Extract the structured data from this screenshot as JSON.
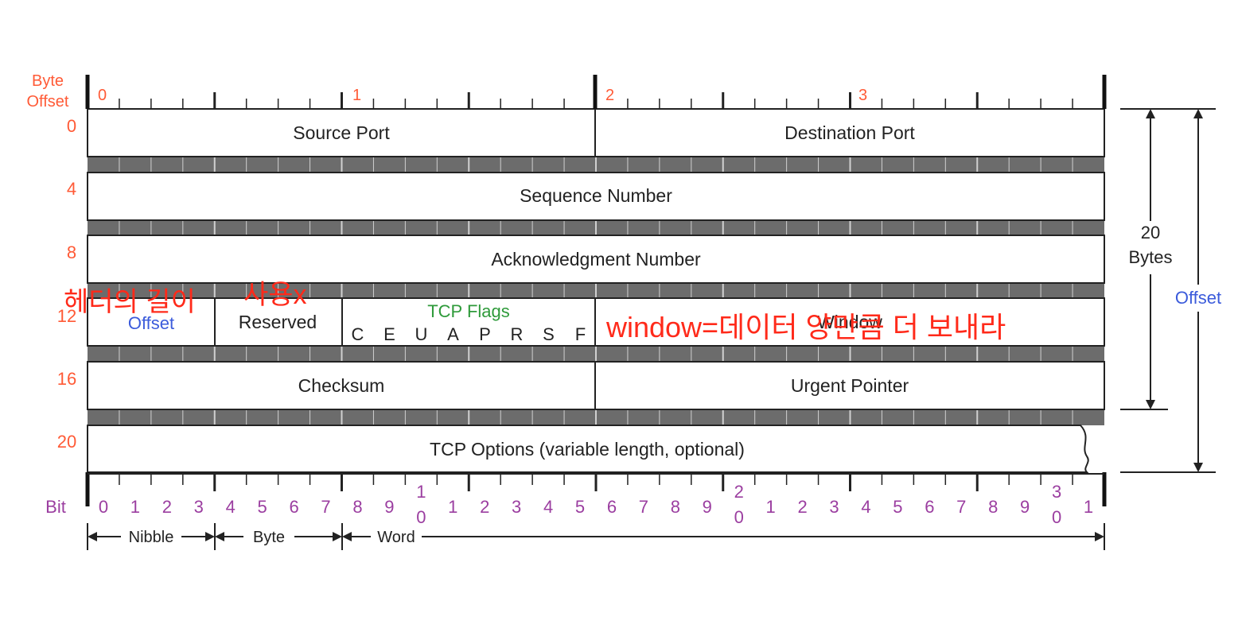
{
  "header": {
    "byte_offset_label": [
      "Byte",
      "Offset"
    ],
    "byte_numbers": [
      "0",
      "1",
      "2",
      "3"
    ]
  },
  "rows": [
    {
      "offset": "0",
      "fields": [
        {
          "name": "source-port",
          "label": "Source Port"
        },
        {
          "name": "destination-port",
          "label": "Destination Port"
        }
      ]
    },
    {
      "offset": "4",
      "fields": [
        {
          "name": "sequence-number",
          "label": "Sequence Number"
        }
      ]
    },
    {
      "offset": "8",
      "fields": [
        {
          "name": "acknowledgment-number",
          "label": "Acknowledgment Number"
        }
      ]
    },
    {
      "offset": "12",
      "fields": [
        {
          "name": "data-offset",
          "label": "Offset"
        },
        {
          "name": "reserved",
          "label": "Reserved"
        },
        {
          "name": "tcp-flags",
          "label": "TCP Flags"
        },
        {
          "name": "window",
          "label": "Window"
        }
      ]
    },
    {
      "offset": "16",
      "fields": [
        {
          "name": "checksum",
          "label": "Checksum"
        },
        {
          "name": "urgent-pointer",
          "label": "Urgent Pointer"
        }
      ]
    },
    {
      "offset": "20",
      "fields": [
        {
          "name": "tcp-options",
          "label": "TCP Options (variable length, optional)"
        }
      ]
    }
  ],
  "flags": [
    "C",
    "E",
    "U",
    "A",
    "P",
    "R",
    "S",
    "F"
  ],
  "bit_axis": {
    "label": "Bit",
    "numbers": [
      "0",
      "1",
      "2",
      "3",
      "4",
      "5",
      "6",
      "7",
      "8",
      "9",
      "1\n0",
      "1",
      "2",
      "3",
      "4",
      "5",
      "6",
      "7",
      "8",
      "9",
      "2\n0",
      "1",
      "2",
      "3",
      "4",
      "5",
      "6",
      "7",
      "8",
      "9",
      "3\n0",
      "1"
    ]
  },
  "units": {
    "nibble": "Nibble",
    "byte": "Byte",
    "word": "Word"
  },
  "right_annotations": {
    "header_size": [
      "20",
      "Bytes"
    ],
    "offset": "Offset"
  },
  "overlay_notes": {
    "header_length": "헤더의 길이",
    "unused": "사용x",
    "window_note": "window=데이터 양만큼 더 보내라"
  },
  "colors": {
    "offset_orange": "#ff5a36",
    "flags_green": "#2e9a3a",
    "offset_blue": "#3b5bdb",
    "bit_purple": "#9b3ea0",
    "note_red": "#ff2a1a",
    "separator_gray": "#6c6c6c"
  }
}
